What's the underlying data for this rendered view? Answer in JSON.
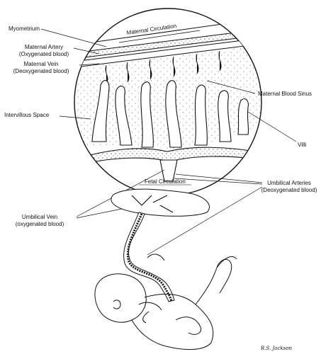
{
  "labels": {
    "myometrium": "Myometrium",
    "maternal_circulation": "Maternal Circulation",
    "maternal_artery_1": "Maternal Artery",
    "maternal_artery_2": "(Oxygenated blood)",
    "maternal_vein_1": "Maternal Vein",
    "maternal_vein_2": "(Deoxygenated blood)",
    "maternal_blood_sinus": "Maternal Blood Sinus",
    "intervillous_space": "Intervillous Space",
    "villi": "Villi",
    "fetal_circulation": "Fetal Circulation",
    "umbilical_arteries_1": "Umbilical Arteries",
    "umbilical_arteries_2": "(Deoxygenated blood)",
    "umbilical_vein_1": "Umbilical Vein",
    "umbilical_vein_2": "(oxygenated blood)",
    "signature": "R.S. Jackson"
  },
  "colors": {
    "ink": "#111111",
    "background": "#ffffff"
  }
}
